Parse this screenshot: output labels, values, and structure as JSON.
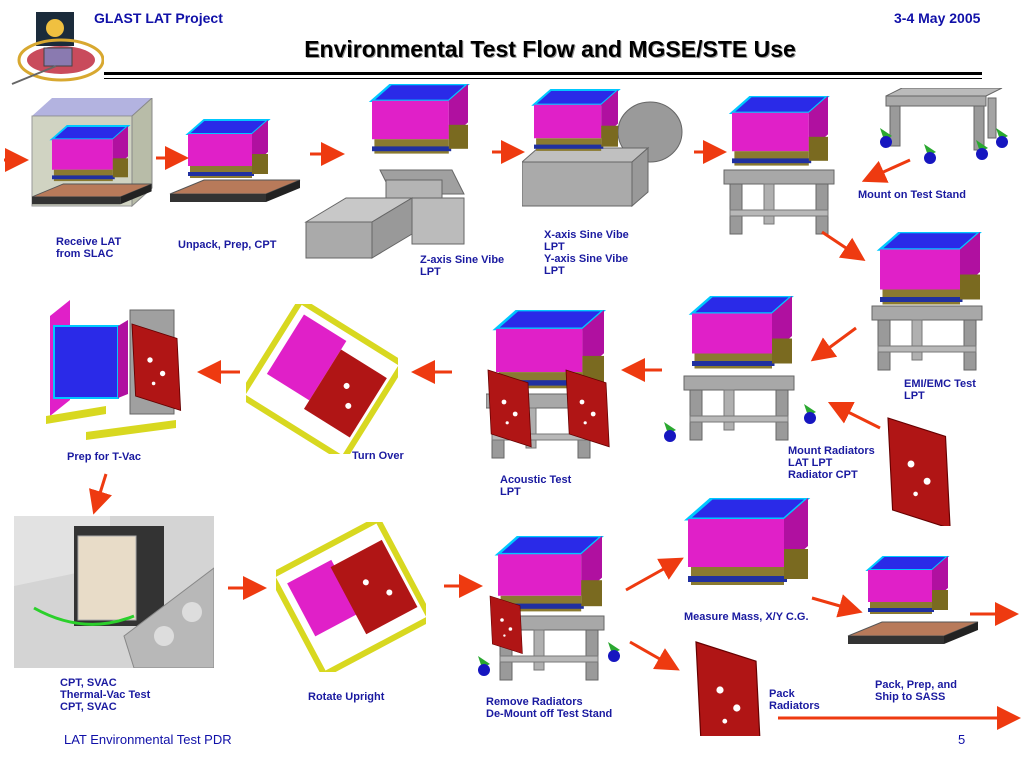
{
  "header": {
    "project": "GLAST LAT Project",
    "date": "3-4 May 2005"
  },
  "title": "Environmental Test Flow and MGSE/STE Use",
  "footer": {
    "left": "LAT Environmental Test PDR",
    "page": "5"
  },
  "steps": {
    "receive": [
      "Receive LAT",
      "from SLAC"
    ],
    "unpack": [
      "Unpack, Prep, CPT"
    ],
    "zvibe": [
      "Z-axis Sine Vibe",
      "LPT"
    ],
    "xyvibe": [
      "X-axis Sine Vibe",
      "LPT",
      "Y-axis Sine Vibe",
      "LPT"
    ],
    "stand": [
      "Mount on Test Stand"
    ],
    "emi": [
      "EMI/EMC Test",
      "LPT"
    ],
    "mountrad": [
      "Mount Radiators",
      "LAT LPT",
      "Radiator CPT"
    ],
    "acoustic": [
      "Acoustic Test",
      "LPT"
    ],
    "turnover": [
      "Turn Over"
    ],
    "tvacprep": [
      "Prep for T-Vac"
    ],
    "tvac": [
      "CPT, SVAC",
      "Thermal-Vac Test",
      "CPT, SVAC"
    ],
    "upright": [
      "Rotate Upright"
    ],
    "removerad": [
      "Remove Radiators",
      "De-Mount off Test Stand"
    ],
    "mass": [
      "Measure Mass, X/Y C.G."
    ],
    "packrad": [
      "Pack",
      "Radiators"
    ],
    "ship": [
      "Pack, Prep, and",
      "Ship to SASS"
    ]
  },
  "colors": {
    "caption": "#1a1aa0",
    "arrow": "#ee3a10",
    "lat_top": "#1a1ad8",
    "lat_body": "#e020c8",
    "radiator": "#b01515",
    "stand": "#9a9a9a",
    "frame": "#d8d820"
  }
}
